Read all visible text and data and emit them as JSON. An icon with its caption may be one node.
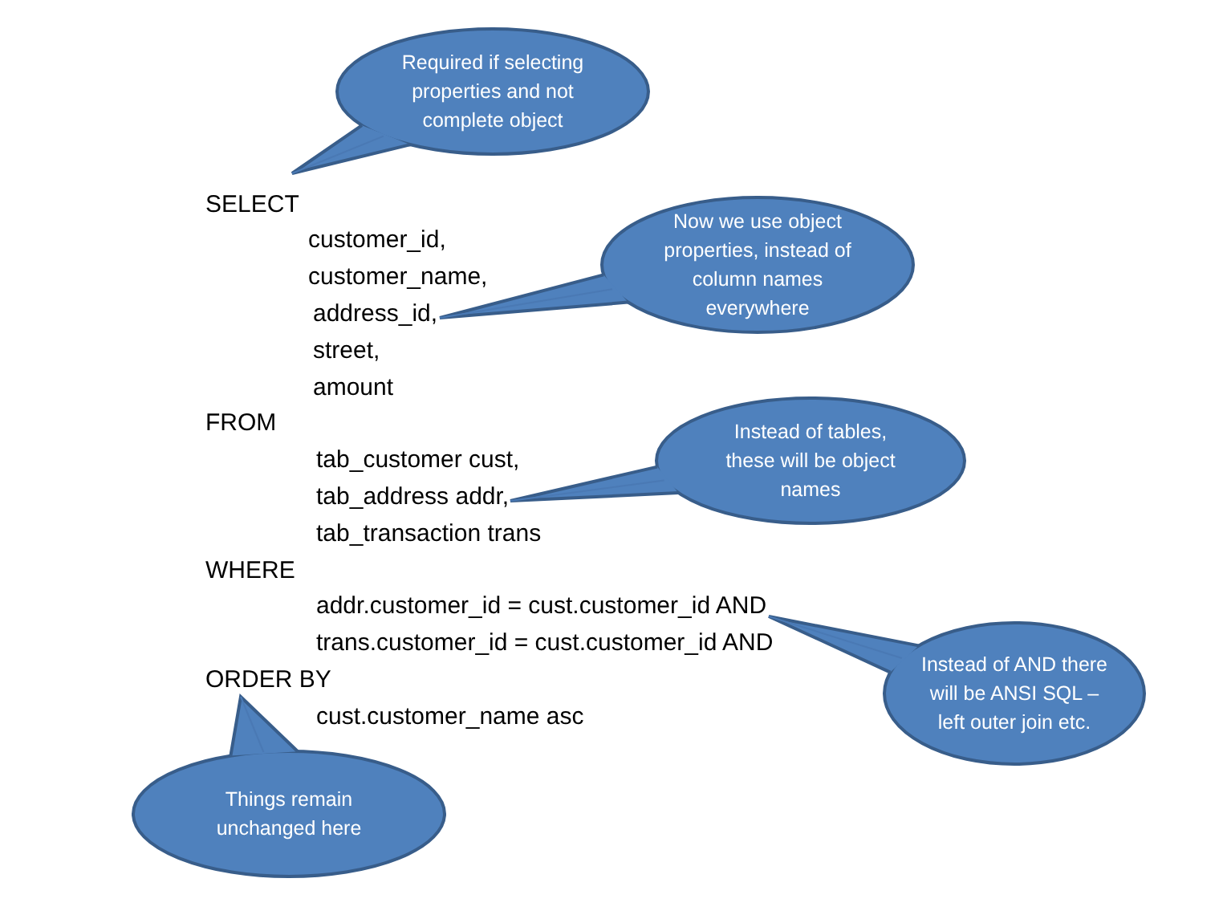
{
  "diagram": {
    "nodes": [
      {
        "text": [
          "Required if selecting properties and not complete object"
        ]
      },
      {
        "text": [
          "Now we use object properties, instead of column names everywhere"
        ]
      },
      {
        "text": [
          "address_id,"
        ]
      },
      {
        "text": [
          "Instead of tables, these will be object names"
        ]
      },
      {
        "text": [
          "tab_address addr,"
        ]
      },
      {
        "text": [
          "addr.customer_id = cust.customer_id AND"
        ]
      },
      {
        "text": [
          "Instead of AND there will be ANSI SQL – left outer join etc."
        ]
      },
      {
        "text": [
          "ORDER BY"
        ]
      },
      {
        "text": [
          "Things remain unchanged here"
        ]
      }
    ],
    "edges": [
      {
        "from": 0,
        "to": null,
        "arrow": "none"
      },
      {
        "from": 1,
        "to": 2,
        "arrow": "none"
      },
      {
        "from": 3,
        "to": 4,
        "arrow": "none"
      },
      {
        "from": 6,
        "to": 5,
        "arrow": "none"
      },
      {
        "from": 8,
        "to": 7,
        "arrow": "none"
      }
    ],
    "labels": [
      "SELECT",
      "customer_id,",
      "customer_name,",
      "street,",
      "amount",
      "FROM",
      "tab_customer cust,",
      "tab_transaction trans",
      "WHERE",
      "trans.customer_id = cust.customer_id AND",
      "cust.customer_name asc"
    ]
  }
}
